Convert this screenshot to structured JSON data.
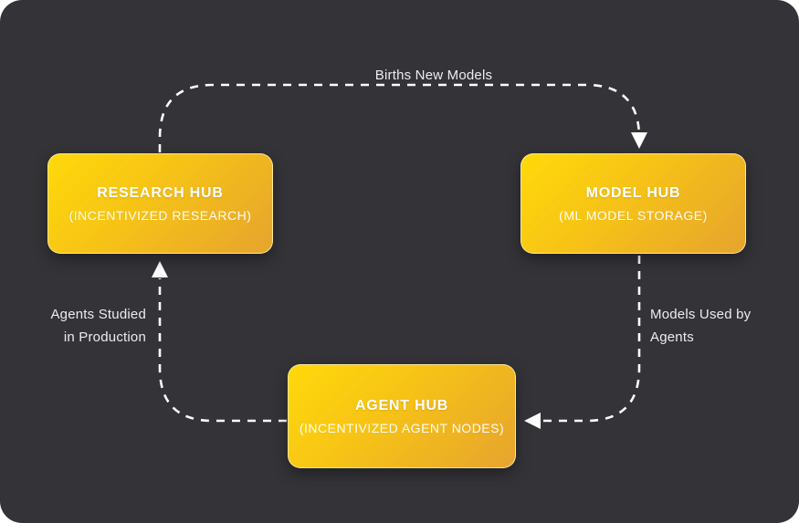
{
  "diagram": {
    "title": "Hub cycle diagram",
    "background_color": "#333338",
    "page_background": "#ffffff",
    "node_gradient_start": "#ffd90a",
    "node_gradient_end": "#e6a42e",
    "arrow_color": "#ffffff",
    "node_text_color": "#ffffff",
    "label_text_color": "#ededed"
  },
  "nodes": [
    {
      "id": "research-hub",
      "title": "RESEARCH HUB",
      "subtitle": "(INCENTIVIZED RESEARCH)"
    },
    {
      "id": "model-hub",
      "title": "MODEL HUB",
      "subtitle": "(ML MODEL STORAGE)"
    },
    {
      "id": "agent-hub",
      "title": "AGENT HUB",
      "subtitle": "(INCENTIVIZED AGENT NODES)"
    }
  ],
  "edges": [
    {
      "from": "research-hub",
      "to": "model-hub",
      "label": "Births New Models",
      "label_lines": [
        "Births New Models"
      ]
    },
    {
      "from": "model-hub",
      "to": "agent-hub",
      "label": "Models Used by Agents",
      "label_lines": [
        "Models Used by",
        "Agents"
      ]
    },
    {
      "from": "agent-hub",
      "to": "research-hub",
      "label": "Agents Studied in Production",
      "label_lines": [
        "Agents Studied",
        "in Production"
      ]
    }
  ]
}
